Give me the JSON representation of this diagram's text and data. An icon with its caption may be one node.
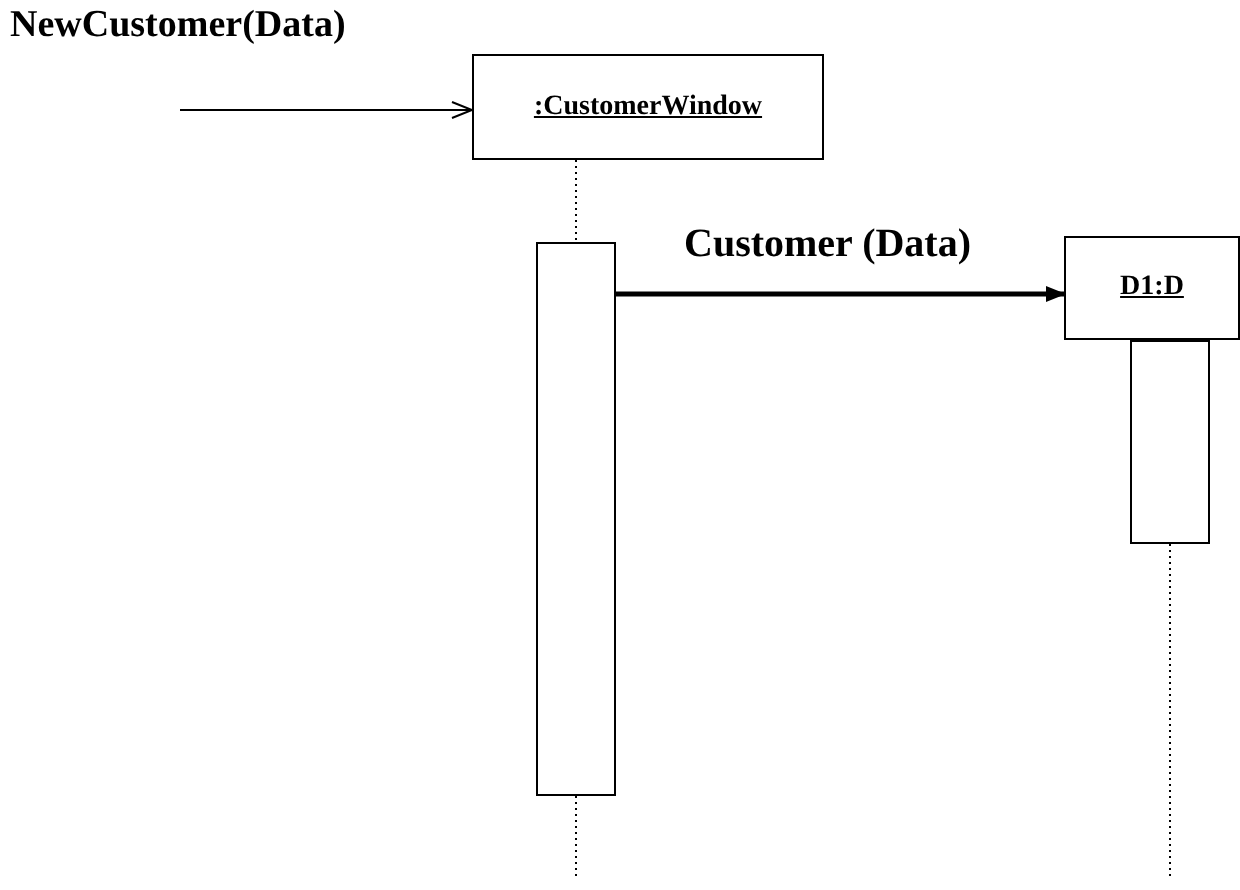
{
  "diagram": {
    "nodes": [
      {
        "text": [
          ":CustomerWindow"
        ]
      },
      {
        "text": [],
        "shape": "bar"
      },
      {
        "text": [
          "D1:D"
        ]
      },
      {
        "text": [],
        "shape": "bar"
      }
    ],
    "edges": [
      {
        "from": null,
        "to": 0,
        "arrow": "to",
        "label": "NewCustomer(Data)"
      },
      {
        "from": 0,
        "to": 1,
        "arrow": "none",
        "style": "dashed"
      },
      {
        "from": 1,
        "to": 2,
        "arrow": "to",
        "label": "Customer (Data)",
        "style": "thick"
      }
    ]
  }
}
